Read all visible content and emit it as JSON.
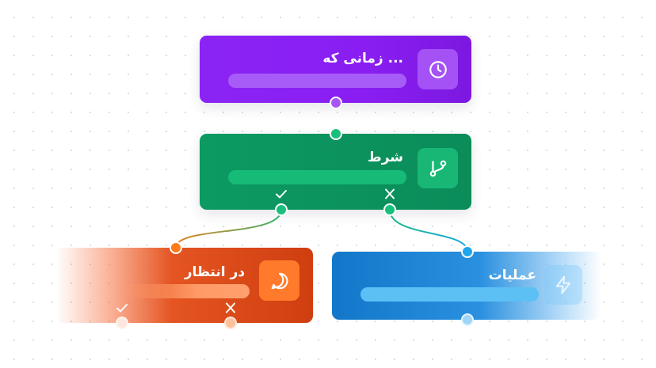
{
  "nodes": {
    "trigger": {
      "title": "... زمانی که",
      "icon": "clock-icon",
      "color": "#8a1ef2"
    },
    "condition": {
      "title": "شرط",
      "icon": "branch-icon",
      "color": "#0b8c59"
    },
    "wait": {
      "title": "در انتظار",
      "icon": "chat-bubble-icon",
      "color": "#e04d1c"
    },
    "action": {
      "title": "عملیات",
      "icon": "lightning-icon",
      "color": "#1f88d8"
    }
  },
  "branch_marks": {
    "yes": "check-icon",
    "no": "x-icon"
  }
}
